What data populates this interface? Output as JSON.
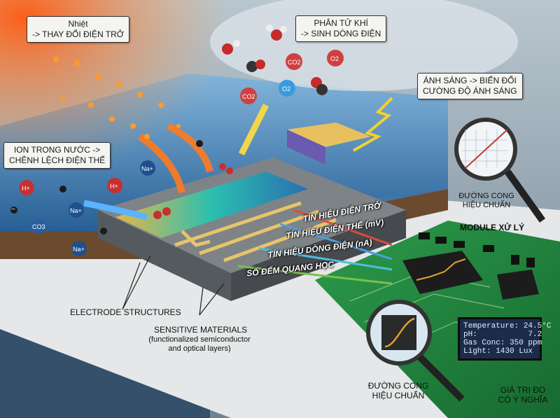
{
  "callouts": {
    "heat": "Nhiệt\n-> THAY ĐỔI ĐIỆN TRỞ",
    "gas": "PHÂN TỬ KHÍ\n-> SINH DÒNG ĐIỆN",
    "light": "ÁNH SÁNG -> BIẾN ĐỔI\nCƯỜNG ĐỘ ÁNH SÁNG",
    "ion": "ION TRONG NƯỚC ->\nCHÊNH LỆCH ĐIỆN THẾ"
  },
  "signals": {
    "resistance": "TÍN HIỆU ĐIỆN TRỞ",
    "voltage": "TÍN HIỆU ĐIỆN THẾ (mV)",
    "current": "TÍN HIỆU DÒNG ĐIỆN (nA)",
    "optical": "SỐ ĐẾM QUANG HỌC"
  },
  "labels": {
    "electrode": "ELECTRODE STRUCTURES",
    "sensitive_title": "SENSITIVE MATERIALS",
    "sensitive_sub": "(functionalized semiconductor\nand optical layers)",
    "module": "MODULE XỬ LÝ",
    "calib_top": "ĐƯỜNG CONG\nHIỆU CHUẨN",
    "calib_bottom": "ĐƯỜNG CONG\nHIỆU CHUẨN",
    "meaningful": "GIÁ TRỊ ĐO\nCÓ Ý NGHĨA"
  },
  "molecules": {
    "co2": "CO2",
    "o2": "O2",
    "h_ion": "H+",
    "na_ion": "Na+",
    "co3": "CO3",
    "neg": "−"
  },
  "display": {
    "line1": "Temperature: 24.5°C",
    "line2": "pH:           7.2",
    "line3": "Gas Conc: 350 ppm",
    "line4": "Light:  1430 Lux"
  },
  "colors": {
    "water": "#3b7fb8",
    "heat": "#ff6a1a",
    "pcb": "#1f7a3a",
    "chip": "#1c1c1c",
    "gold": "#d9b85a"
  }
}
